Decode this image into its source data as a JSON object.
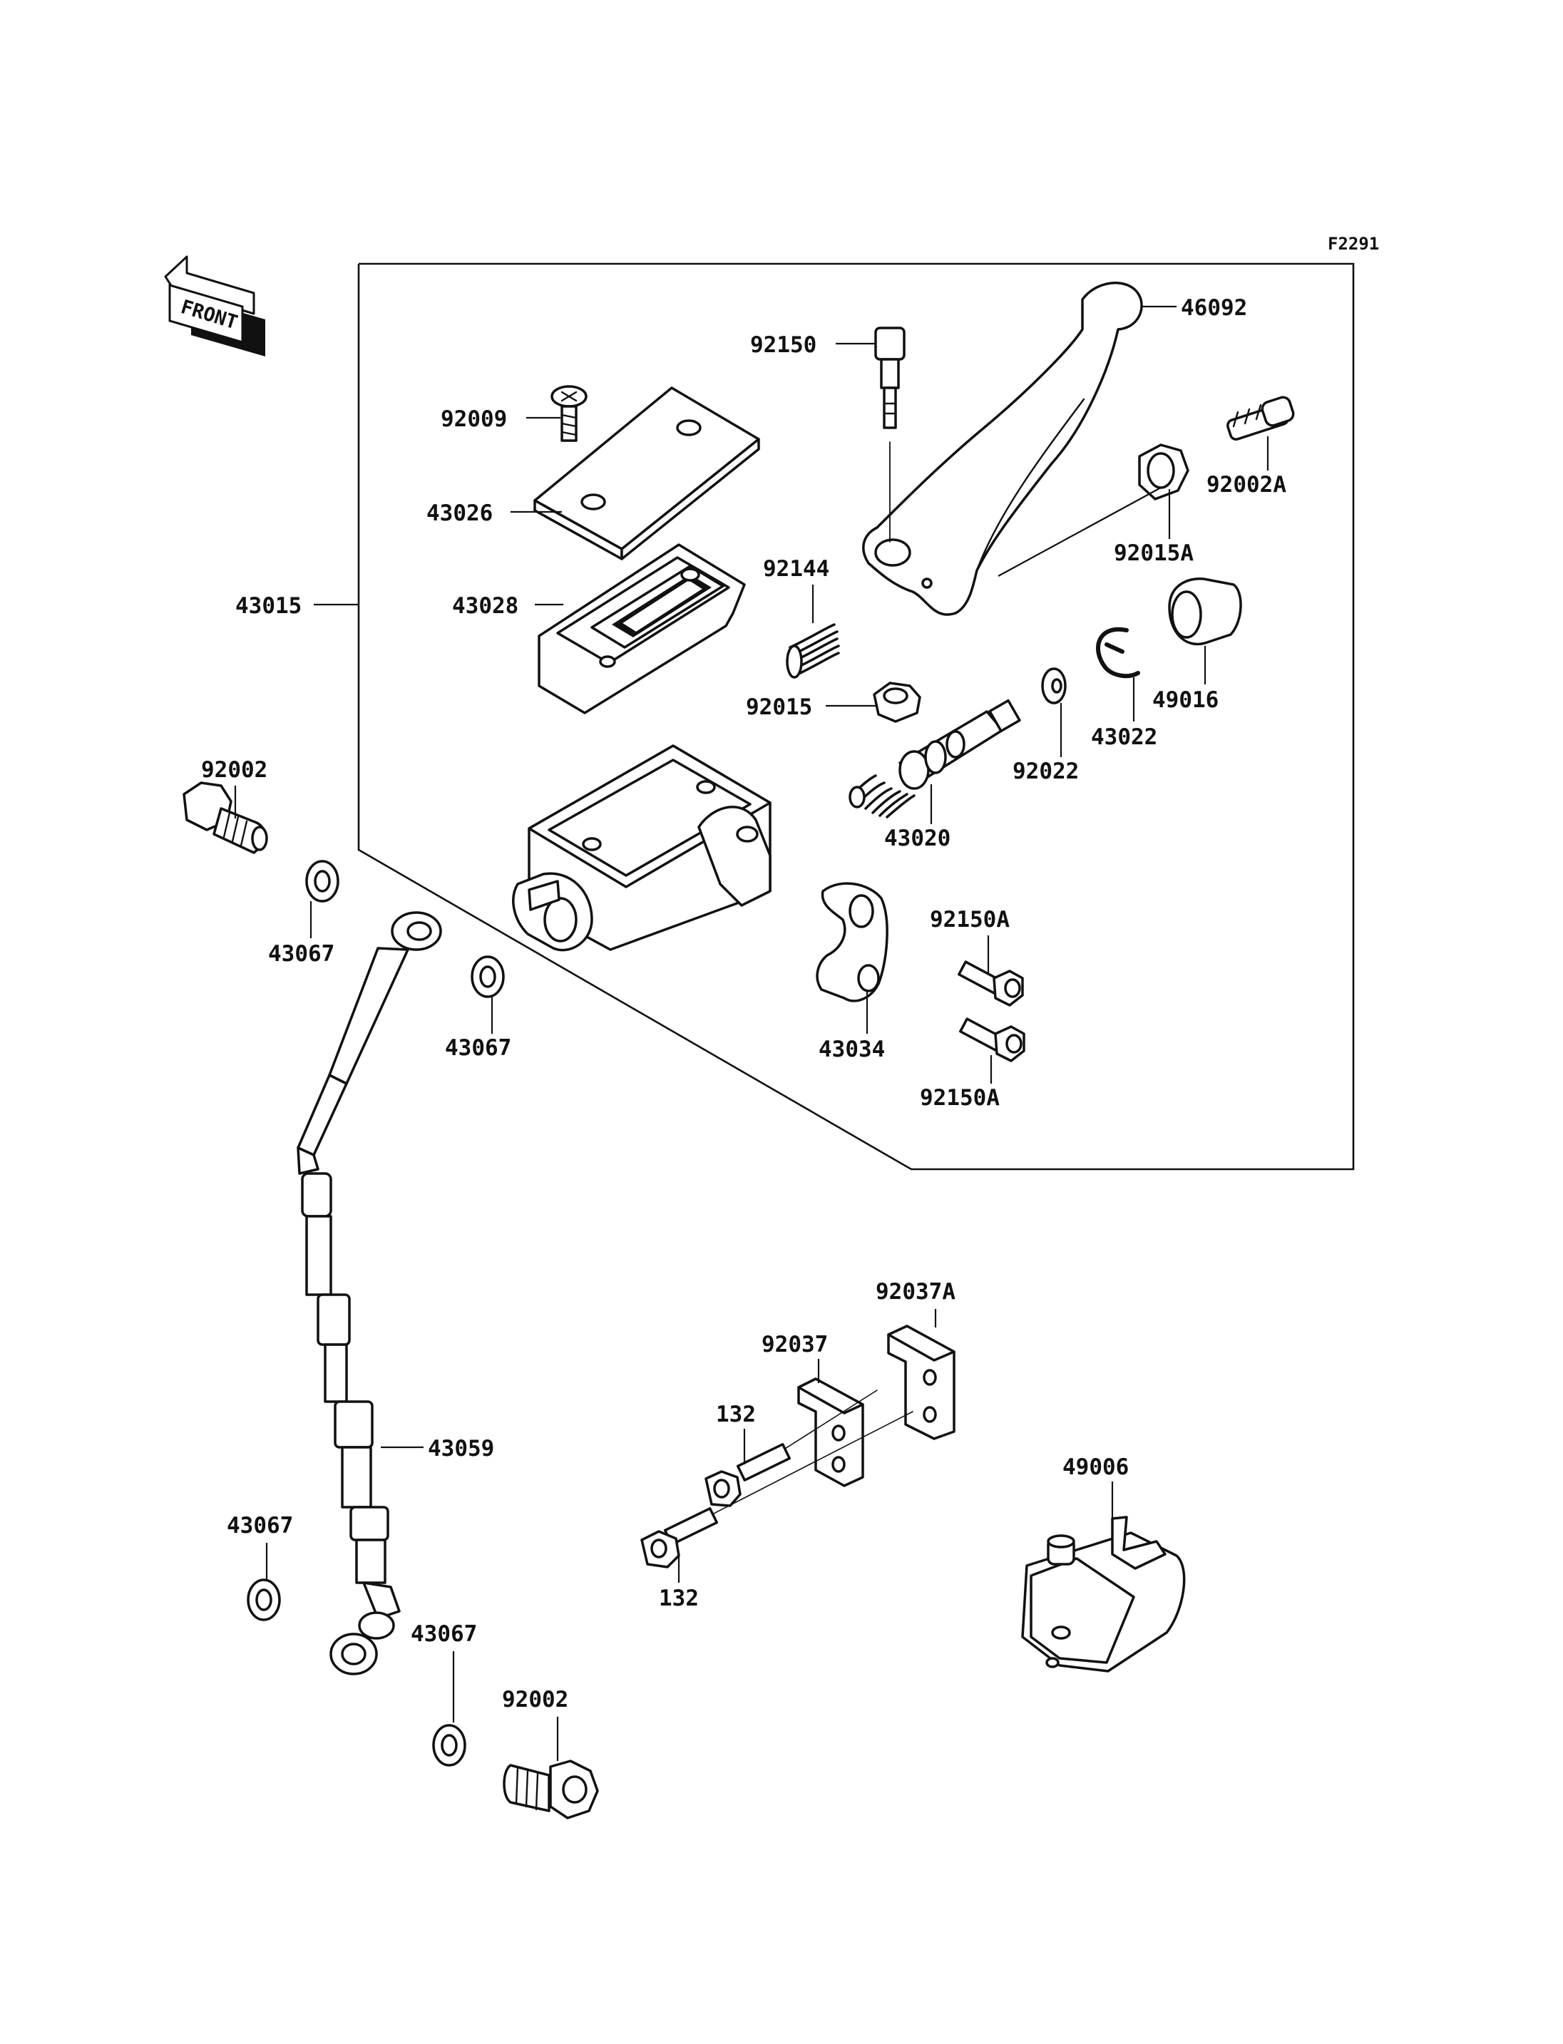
{
  "diagram": {
    "figure_code": "F2291",
    "front_badge": "FRONT",
    "callouts": [
      {
        "id": "c-46092",
        "label": "46092"
      },
      {
        "id": "c-92150",
        "label": "92150"
      },
      {
        "id": "c-92009",
        "label": "92009"
      },
      {
        "id": "c-92002A",
        "label": "92002A"
      },
      {
        "id": "c-43026",
        "label": "43026"
      },
      {
        "id": "c-92015A",
        "label": "92015A"
      },
      {
        "id": "c-92144",
        "label": "92144"
      },
      {
        "id": "c-43015",
        "label": "43015"
      },
      {
        "id": "c-43028",
        "label": "43028"
      },
      {
        "id": "c-49016",
        "label": "49016"
      },
      {
        "id": "c-92015",
        "label": "92015"
      },
      {
        "id": "c-43022",
        "label": "43022"
      },
      {
        "id": "c-92022",
        "label": "92022"
      },
      {
        "id": "c-92002-top",
        "label": "92002"
      },
      {
        "id": "c-43020",
        "label": "43020"
      },
      {
        "id": "c-92150A-top",
        "label": "92150A"
      },
      {
        "id": "c-43067-a",
        "label": "43067"
      },
      {
        "id": "c-43067-b",
        "label": "43067"
      },
      {
        "id": "c-43034",
        "label": "43034"
      },
      {
        "id": "c-92150A-bottom",
        "label": "92150A"
      },
      {
        "id": "c-92037A",
        "label": "92037A"
      },
      {
        "id": "c-92037",
        "label": "92037"
      },
      {
        "id": "c-132-top",
        "label": "132"
      },
      {
        "id": "c-43059",
        "label": "43059"
      },
      {
        "id": "c-49006",
        "label": "49006"
      },
      {
        "id": "c-43067-c",
        "label": "43067"
      },
      {
        "id": "c-132-bottom",
        "label": "132"
      },
      {
        "id": "c-43067-d",
        "label": "43067"
      },
      {
        "id": "c-92002-bottom",
        "label": "92002"
      }
    ]
  }
}
